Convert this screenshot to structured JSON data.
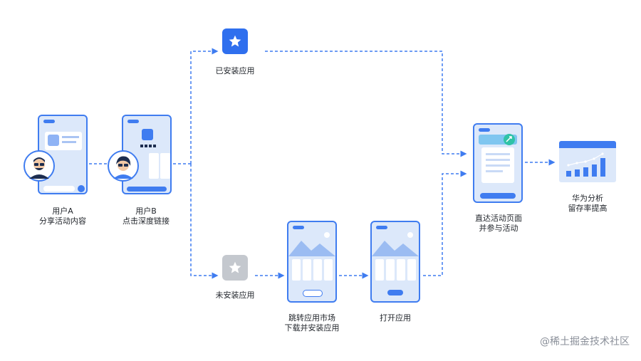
{
  "nodes": {
    "user_a": {
      "line1": "用户A",
      "line2": "分享活动内容"
    },
    "user_b": {
      "line1": "用户B",
      "line2": "点击深度链接"
    },
    "installed": {
      "label": "已安装应用"
    },
    "not_installed": {
      "label": "未安装应用"
    },
    "store": {
      "line1": "跳转应用市场",
      "line2": "下载并安装应用"
    },
    "open_app": {
      "label": "打开应用"
    },
    "activity": {
      "line1": "直达活动页面",
      "line2": "并参与活动"
    },
    "analytics": {
      "line1": "华为分析",
      "line2": "留存率提高"
    }
  },
  "watermark": "@稀土掘金技术社区",
  "colors": {
    "accent": "#3f7cf0",
    "phone_fill": "#dce8fa",
    "inactive_tile": "#c4c8ce",
    "line": "#3f7cf0"
  },
  "icons": [
    "star-icon",
    "avatar-icon",
    "chart-icon"
  ]
}
